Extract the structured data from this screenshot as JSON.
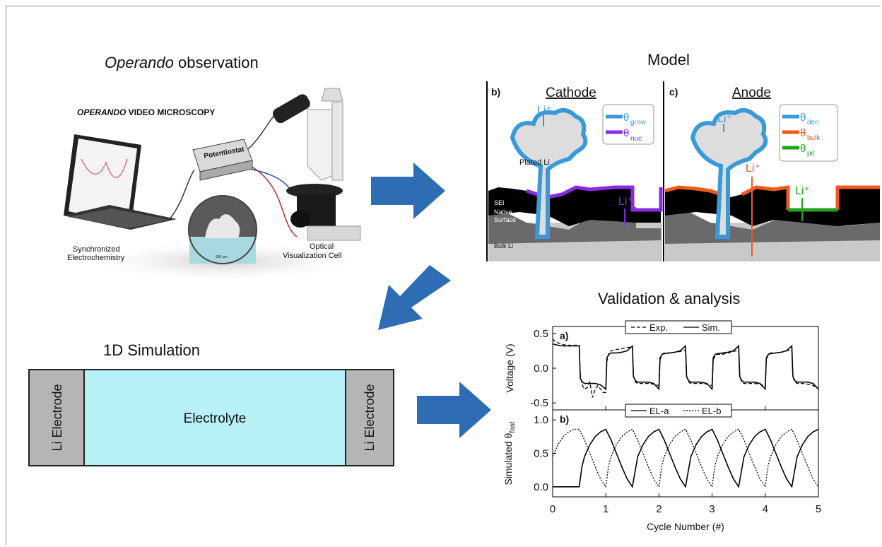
{
  "titles": {
    "operando_italic": "Operando",
    "operando_rest": " observation",
    "model": "Model",
    "validation": "Validation & analysis",
    "sim1d": "1D Simulation"
  },
  "microscopy": {
    "heading_italic": "OPERANDO",
    "heading_rest": " VIDEO MICROSCOPY",
    "potentiostat": "Potentiostat",
    "scale": "500 μm",
    "label_left_1": "Synchronized",
    "label_left_2": "Electrochemistry",
    "label_right_1": "Optical",
    "label_right_2": "Visualization Cell"
  },
  "model": {
    "cathode_title": "Cathode",
    "anode_title": "Anode",
    "panel_b": "b)",
    "panel_c": "c)",
    "li_plus": "Li⁺",
    "plated_li": "Plated Li",
    "sei": "SEI",
    "native1": "Native",
    "native2": "Surface",
    "bulk": "Bulk Li",
    "legend_cathode": [
      {
        "sym": "θ",
        "sub": "grow",
        "color": "#3a9ad9"
      },
      {
        "sym": "θ",
        "sub": "nuc",
        "color": "#8a2be2"
      }
    ],
    "legend_anode": [
      {
        "sym": "θ",
        "sub": "den",
        "color": "#3a9ad9"
      },
      {
        "sym": "θ",
        "sub": "bulk",
        "color": "#f05a1a"
      },
      {
        "sym": "θ",
        "sub": "pit",
        "color": "#22a51c"
      }
    ]
  },
  "sim": {
    "left_electrode": "Li Electrode",
    "electrolyte": "Electrolyte",
    "right_electrode": "Li Electrode"
  },
  "colors": {
    "arrow": "#2e6cb3",
    "electrolyte": "#b7f0f7",
    "electrode": "#b5b5b5",
    "blue": "#3a9ad9",
    "purple": "#8a2be2",
    "orange": "#f05a1a",
    "green": "#22a51c"
  },
  "chart_data": [
    {
      "type": "line",
      "panel": "a)",
      "ylabel": "Voltage (V)",
      "ylim": [
        -0.6,
        0.6
      ],
      "yticks": [
        "0.5",
        "0.0",
        "-0.5"
      ],
      "xlim": [
        0,
        5
      ],
      "legend": "top-center",
      "series": [
        {
          "name": "Exp.",
          "style": "dashed",
          "x": [
            0,
            0.05,
            0.12,
            0.2,
            0.25,
            0.28,
            0.32,
            0.38,
            0.45,
            0.5,
            0.52,
            0.56,
            0.6,
            0.65,
            0.7,
            0.75,
            0.8,
            0.85,
            0.9,
            0.95,
            1.0,
            1.02,
            1.06,
            1.1,
            1.2,
            1.3,
            1.4,
            1.5,
            1.52,
            1.56,
            1.6,
            1.7,
            1.8,
            1.9,
            2.0,
            2.02,
            2.06,
            2.1,
            2.2,
            2.3,
            2.4,
            2.5,
            2.52,
            2.56,
            2.6,
            2.7,
            2.8,
            2.9,
            3.0,
            3.02,
            3.06,
            3.1,
            3.2,
            3.3,
            3.4,
            3.5,
            3.52,
            3.56,
            3.6,
            3.7,
            3.8,
            3.9,
            4.0,
            4.02,
            4.06,
            4.1,
            4.2,
            4.3,
            4.4,
            4.5,
            4.52,
            4.56,
            4.6,
            4.7,
            4.8,
            4.9,
            5.0
          ],
          "y": [
            0.42,
            0.38,
            0.36,
            0.34,
            0.33,
            0.33,
            0.33,
            0.33,
            0.33,
            0.33,
            -0.1,
            -0.25,
            -0.3,
            -0.28,
            -0.2,
            -0.42,
            -0.3,
            -0.25,
            -0.3,
            -0.35,
            -0.35,
            0.1,
            0.22,
            0.25,
            0.27,
            0.28,
            0.3,
            0.3,
            -0.12,
            -0.2,
            -0.22,
            -0.22,
            -0.22,
            -0.23,
            -0.25,
            0.12,
            0.2,
            0.22,
            0.22,
            0.23,
            0.24,
            0.26,
            -0.12,
            -0.2,
            -0.22,
            -0.22,
            -0.22,
            -0.23,
            -0.25,
            0.12,
            0.18,
            0.2,
            0.2,
            0.22,
            0.24,
            0.26,
            -0.12,
            -0.2,
            -0.22,
            -0.22,
            -0.22,
            -0.23,
            -0.26,
            0.12,
            0.2,
            0.22,
            0.22,
            0.23,
            0.25,
            0.27,
            -0.12,
            -0.2,
            -0.22,
            -0.22,
            -0.23,
            -0.25,
            -0.3
          ]
        },
        {
          "name": "Sim.",
          "style": "solid",
          "x": [
            0,
            0.1,
            0.2,
            0.3,
            0.4,
            0.5,
            0.52,
            0.56,
            0.6,
            0.7,
            0.8,
            0.9,
            1.0,
            1.02,
            1.06,
            1.1,
            1.2,
            1.3,
            1.4,
            1.5,
            1.52,
            1.56,
            1.6,
            1.7,
            1.8,
            1.9,
            2.0,
            2.02,
            2.06,
            2.1,
            2.2,
            2.3,
            2.4,
            2.5,
            2.52,
            2.56,
            2.6,
            2.7,
            2.8,
            2.9,
            3.0,
            3.02,
            3.06,
            3.1,
            3.2,
            3.3,
            3.4,
            3.5,
            3.52,
            3.56,
            3.6,
            3.7,
            3.8,
            3.9,
            4.0,
            4.02,
            4.06,
            4.1,
            4.2,
            4.3,
            4.4,
            4.5,
            4.52,
            4.56,
            4.6,
            4.7,
            4.8,
            4.9,
            5.0
          ],
          "y": [
            0.35,
            0.33,
            0.32,
            0.32,
            0.32,
            0.32,
            -0.15,
            -0.2,
            -0.22,
            -0.22,
            -0.22,
            -0.24,
            -0.3,
            0.15,
            0.2,
            0.22,
            0.22,
            0.23,
            0.25,
            0.32,
            -0.12,
            -0.18,
            -0.2,
            -0.2,
            -0.2,
            -0.22,
            -0.3,
            0.15,
            0.2,
            0.21,
            0.22,
            0.23,
            0.25,
            0.32,
            -0.12,
            -0.18,
            -0.2,
            -0.2,
            -0.2,
            -0.22,
            -0.3,
            0.15,
            0.2,
            0.21,
            0.22,
            0.23,
            0.25,
            0.32,
            -0.12,
            -0.18,
            -0.2,
            -0.2,
            -0.2,
            -0.22,
            -0.3,
            0.15,
            0.2,
            0.21,
            0.22,
            0.23,
            0.25,
            0.32,
            -0.12,
            -0.18,
            -0.2,
            -0.2,
            -0.2,
            -0.22,
            -0.3
          ]
        }
      ]
    },
    {
      "type": "line",
      "panel": "b)",
      "ylabel": "Simulated θ",
      "ylabel_sub": "fast",
      "xlabel": "Cycle Number (#)",
      "ylim": [
        -0.15,
        1.15
      ],
      "yticks": [
        "1.0",
        "0.5",
        "0.0"
      ],
      "xlim": [
        0,
        5
      ],
      "xticks": [
        "0",
        "1",
        "2",
        "3",
        "4",
        "5"
      ],
      "legend": "top-center",
      "series": [
        {
          "name": "EL-a",
          "style": "solid",
          "x": [
            0,
            0.5,
            0.55,
            0.6,
            0.7,
            0.8,
            0.9,
            1.0,
            1.1,
            1.2,
            1.3,
            1.4,
            1.5,
            1.6,
            1.7,
            1.8,
            1.9,
            2.0,
            2.1,
            2.2,
            2.3,
            2.4,
            2.5,
            2.6,
            2.7,
            2.8,
            2.9,
            3.0,
            3.1,
            3.2,
            3.3,
            3.4,
            3.5,
            3.6,
            3.7,
            3.8,
            3.9,
            4.0,
            4.1,
            4.2,
            4.3,
            4.4,
            4.5,
            4.6,
            4.7,
            4.8,
            4.9,
            5.0
          ],
          "y": [
            0,
            0,
            0.3,
            0.45,
            0.63,
            0.75,
            0.82,
            0.86,
            0.7,
            0.5,
            0.3,
            0.12,
            0,
            0.45,
            0.63,
            0.75,
            0.82,
            0.86,
            0.7,
            0.5,
            0.3,
            0.12,
            0,
            0.45,
            0.63,
            0.75,
            0.82,
            0.86,
            0.7,
            0.5,
            0.3,
            0.12,
            0,
            0.45,
            0.63,
            0.75,
            0.82,
            0.86,
            0.7,
            0.5,
            0.3,
            0.12,
            0,
            0.45,
            0.63,
            0.75,
            0.82,
            0.86
          ]
        },
        {
          "name": "EL-b",
          "style": "dotted",
          "x": [
            0,
            0.1,
            0.2,
            0.3,
            0.4,
            0.5,
            0.6,
            0.7,
            0.8,
            0.9,
            1.0,
            1.05,
            1.1,
            1.2,
            1.3,
            1.4,
            1.5,
            1.6,
            1.7,
            1.8,
            1.9,
            2.0,
            2.05,
            2.1,
            2.2,
            2.3,
            2.4,
            2.5,
            2.6,
            2.7,
            2.8,
            2.9,
            3.0,
            3.05,
            3.1,
            3.2,
            3.3,
            3.4,
            3.5,
            3.6,
            3.7,
            3.8,
            3.9,
            4.0,
            4.05,
            4.1,
            4.2,
            4.3,
            4.4,
            4.5,
            4.6,
            4.7,
            4.8,
            4.9,
            5.0
          ],
          "y": [
            0.45,
            0.63,
            0.75,
            0.82,
            0.86,
            0.86,
            0.7,
            0.5,
            0.3,
            0.12,
            0,
            0.3,
            0.45,
            0.63,
            0.75,
            0.82,
            0.86,
            0.7,
            0.5,
            0.3,
            0.12,
            0,
            0.3,
            0.45,
            0.63,
            0.75,
            0.82,
            0.86,
            0.7,
            0.5,
            0.3,
            0.12,
            0,
            0.3,
            0.45,
            0.63,
            0.75,
            0.82,
            0.86,
            0.7,
            0.5,
            0.3,
            0.12,
            0,
            0.3,
            0.45,
            0.63,
            0.75,
            0.82,
            0.86,
            0.7,
            0.5,
            0.3,
            0.12,
            0
          ]
        }
      ]
    }
  ]
}
